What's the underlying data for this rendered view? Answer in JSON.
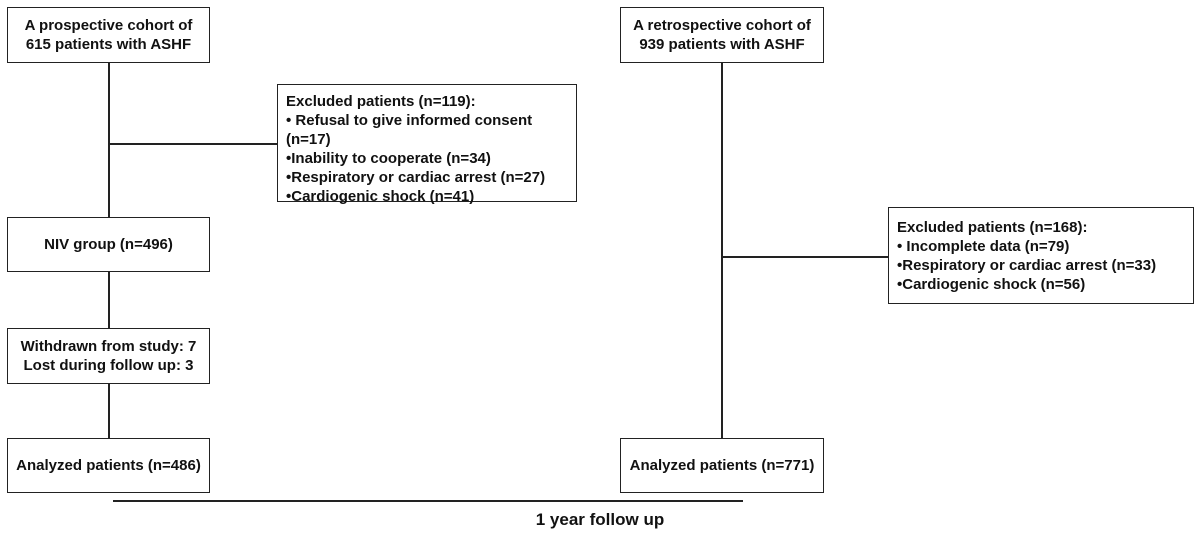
{
  "left": {
    "cohort": [
      "A prospective cohort of",
      "615 patients with ASHF"
    ],
    "excluded": {
      "title": "Excluded patients (n=119):",
      "items": [
        "• Refusal to give informed consent",
        "(n=17)",
        "•Inability to cooperate (n=34)",
        "•Respiratory  or cardiac arrest (n=27)",
        "•Cardiogenic shock (n=41)"
      ]
    },
    "niv_group": "NIV group (n=496)",
    "withdrawn": [
      "Withdrawn from study: 7",
      "Lost during follow up: 3"
    ],
    "analyzed": "Analyzed patients (n=486)"
  },
  "right": {
    "cohort": [
      "A retrospective cohort of",
      "939 patients with ASHF"
    ],
    "excluded": {
      "title": "Excluded patients (n=168):",
      "items": [
        "• Incomplete data (n=79)",
        "•Respiratory  or cardiac arrest (n=33)",
        "•Cardiogenic shock (n=56)"
      ]
    },
    "analyzed": "Analyzed patients (n=771)"
  },
  "footer": "1 year follow up"
}
